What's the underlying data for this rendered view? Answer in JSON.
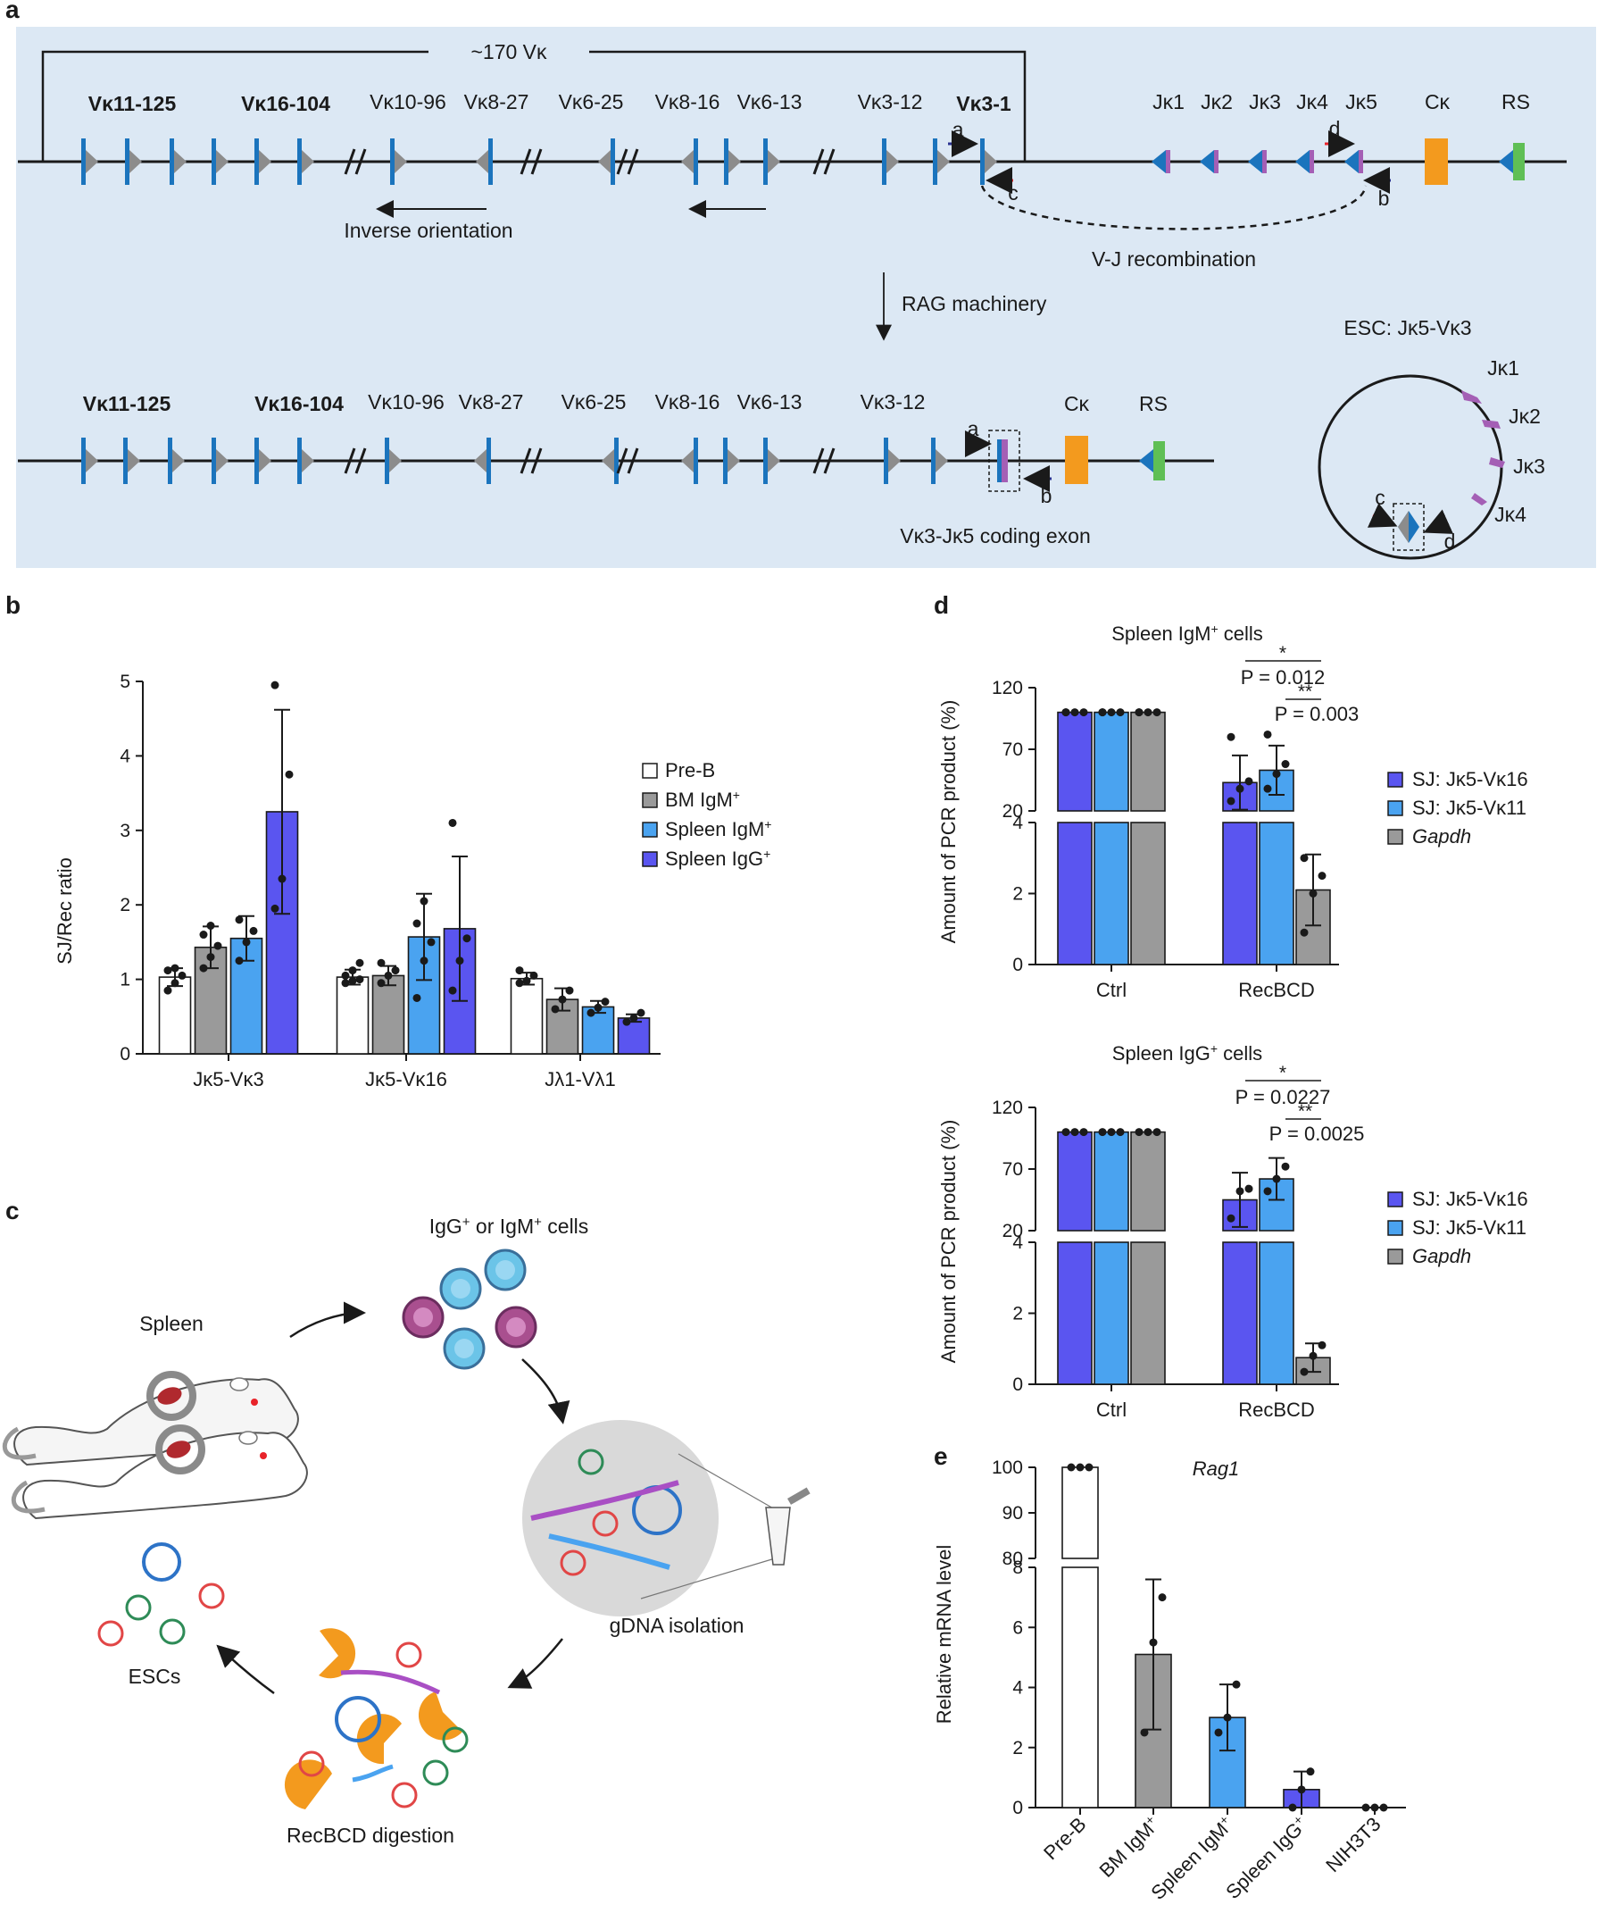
{
  "colors": {
    "panel_a_bg": "#dce8f4",
    "white": "#ffffff",
    "grey": "#9a9a9a",
    "light_blue": "#4aa3f0",
    "dark_blue": "#5a55f0",
    "v_blue": "#1b74bd",
    "j_purple": "#a45fb5",
    "c_orange": "#f39a1e",
    "rs_green": "#5fbf55",
    "primer_red": "#e8232a",
    "primer_blue": "#2a3291"
  },
  "panel_labels": {
    "a": "a",
    "b": "b",
    "c": "c",
    "d": "d",
    "e": "e"
  },
  "panel_a": {
    "bracket_label": "~170 Vκ",
    "top_v_labels": [
      "Vκ11-125",
      "Vκ16-104",
      "Vκ10-96",
      "Vκ8-27",
      "Vκ6-25",
      "Vκ8-16",
      "Vκ6-13",
      "Vκ3-12",
      "Vκ3-1"
    ],
    "top_j_labels": [
      "Jκ1",
      "Jκ2",
      "Jκ3",
      "Jκ4",
      "Jκ5"
    ],
    "c_label": "Cκ",
    "rs_label": "RS",
    "primers": {
      "a": "a",
      "b": "b",
      "c": "c",
      "d": "d"
    },
    "inverse_orientation": "Inverse orientation",
    "vj_recombination": "V-J recombination",
    "rag": "RAG machinery",
    "bottom_v_labels": [
      "Vκ11-125",
      "Vκ16-104",
      "Vκ10-96",
      "Vκ8-27",
      "Vκ6-25",
      "Vκ8-16",
      "Vκ6-13",
      "Vκ3-12"
    ],
    "coding_exon": "Vκ3-Jκ5 coding exon",
    "esc_title": "ESC: Jκ5-Vκ3",
    "esc_j_labels": [
      "Jκ1",
      "Jκ2",
      "Jκ3",
      "Jκ4"
    ]
  },
  "chart_data": [
    {
      "panel": "b",
      "type": "bar",
      "ylabel": "SJ/Rec ratio",
      "ylim": [
        0,
        5
      ],
      "yticks": [
        0,
        1,
        2,
        3,
        4,
        5
      ],
      "categories": [
        "Jκ5-Vκ3",
        "Jκ5-Vκ16",
        "Jλ1-Vλ1"
      ],
      "legend": [
        {
          "name": "Pre-B",
          "sup": "",
          "color": "#ffffff"
        },
        {
          "name": "BM IgM",
          "sup": "+",
          "color": "#9a9a9a"
        },
        {
          "name": "Spleen IgM",
          "sup": "+",
          "color": "#4aa3f0"
        },
        {
          "name": "Spleen IgG",
          "sup": "+",
          "color": "#5a55f0"
        }
      ],
      "series": [
        {
          "name": "Pre-B",
          "values": [
            1.03,
            1.03,
            1.01
          ],
          "errors": [
            0.12,
            0.1,
            0.08
          ],
          "points": [
            [
              0.85,
              0.95,
              1.05,
              1.12,
              1.15
            ],
            [
              0.95,
              0.98,
              1.0,
              1.05,
              1.12,
              1.22
            ],
            [
              0.95,
              0.98,
              1.05,
              1.12
            ]
          ]
        },
        {
          "name": "BM IgM+",
          "values": [
            1.43,
            1.05,
            0.73
          ],
          "errors": [
            0.28,
            0.13,
            0.15
          ],
          "points": [
            [
              1.15,
              1.3,
              1.45,
              1.6,
              1.72
            ],
            [
              0.95,
              1.05,
              1.12,
              1.22
            ],
            [
              0.6,
              0.73,
              0.85
            ]
          ]
        },
        {
          "name": "Spleen IgM+",
          "values": [
            1.55,
            1.57,
            0.63
          ],
          "errors": [
            0.3,
            0.58,
            0.08
          ],
          "points": [
            [
              1.25,
              1.5,
              1.65,
              1.8
            ],
            [
              0.75,
              1.25,
              1.5,
              1.75,
              2.05
            ],
            [
              0.55,
              0.62,
              0.7
            ]
          ]
        },
        {
          "name": "Spleen IgG+",
          "values": [
            3.25,
            1.68,
            0.48
          ],
          "errors": [
            1.37,
            0.97,
            0.05
          ],
          "points": [
            [
              1.95,
              2.35,
              3.75,
              4.95
            ],
            [
              0.85,
              1.25,
              1.55,
              3.1
            ],
            [
              0.43,
              0.48,
              0.55
            ]
          ]
        }
      ]
    },
    {
      "panel": "d-top",
      "type": "bar",
      "title": "Spleen IgM",
      "title_sup": "+",
      "title_suffix": " cells",
      "ylabel": "Amount of PCR product (%)",
      "broken_axis": {
        "lower": [
          0,
          4
        ],
        "upper": [
          20,
          120
        ]
      },
      "yticks_lower": [
        0,
        2,
        4
      ],
      "yticks_upper": [
        20,
        70,
        120
      ],
      "categories": [
        "Ctrl",
        "RecBCD"
      ],
      "legend": [
        {
          "name": "SJ: Jκ5-Vκ16",
          "italic": false,
          "color": "#5a55f0"
        },
        {
          "name": "SJ: Jκ5-Vκ11",
          "italic": false,
          "color": "#4aa3f0"
        },
        {
          "name": "Gapdh",
          "italic": true,
          "color": "#9a9a9a"
        }
      ],
      "series": [
        {
          "name": "SJ: Jκ5-Vκ16",
          "values": [
            100,
            43
          ],
          "errors": [
            0,
            22
          ],
          "points": [
            [
              100,
              100,
              100,
              100
            ],
            [
              28,
              38,
              44,
              80
            ]
          ]
        },
        {
          "name": "SJ: Jκ5-Vκ11",
          "values": [
            100,
            53
          ],
          "errors": [
            0,
            20
          ],
          "points": [
            [
              100,
              100,
              100,
              100
            ],
            [
              38,
              50,
              58,
              82
            ]
          ]
        },
        {
          "name": "Gapdh",
          "values": [
            100,
            2.1
          ],
          "errors": [
            0,
            1.0
          ],
          "points": [
            [
              100,
              100,
              100,
              100
            ],
            [
              0.9,
              2.0,
              2.5,
              3.0
            ]
          ]
        }
      ],
      "annotations": [
        {
          "stars": "*",
          "text": "P = 0.012"
        },
        {
          "stars": "**",
          "text": "P = 0.003"
        }
      ]
    },
    {
      "panel": "d-bottom",
      "type": "bar",
      "title": "Spleen IgG",
      "title_sup": "+",
      "title_suffix": " cells",
      "ylabel": "Amount of PCR product (%)",
      "broken_axis": {
        "lower": [
          0,
          4
        ],
        "upper": [
          20,
          120
        ]
      },
      "yticks_lower": [
        0,
        2,
        4
      ],
      "yticks_upper": [
        20,
        70,
        120
      ],
      "categories": [
        "Ctrl",
        "RecBCD"
      ],
      "legend": [
        {
          "name": "SJ: Jκ5-Vκ16",
          "italic": false,
          "color": "#5a55f0"
        },
        {
          "name": "SJ: Jκ5-Vκ11",
          "italic": false,
          "color": "#4aa3f0"
        },
        {
          "name": "Gapdh",
          "italic": true,
          "color": "#9a9a9a"
        }
      ],
      "series": [
        {
          "name": "SJ: Jκ5-Vκ16",
          "values": [
            100,
            45
          ],
          "errors": [
            0,
            22
          ],
          "points": [
            [
              100,
              100,
              100
            ],
            [
              30,
              52,
              54
            ]
          ]
        },
        {
          "name": "SJ: Jκ5-Vκ11",
          "values": [
            100,
            62
          ],
          "errors": [
            0,
            17
          ],
          "points": [
            [
              100,
              100,
              100
            ],
            [
              52,
              62,
              72
            ]
          ]
        },
        {
          "name": "Gapdh",
          "values": [
            100,
            0.75
          ],
          "errors": [
            0,
            0.4
          ],
          "points": [
            [
              100,
              100,
              100
            ],
            [
              0.35,
              0.8,
              1.1
            ]
          ]
        }
      ],
      "annotations": [
        {
          "stars": "*",
          "text": "P = 0.0227"
        },
        {
          "stars": "**",
          "text": "P = 0.0025"
        }
      ]
    },
    {
      "panel": "e",
      "type": "bar",
      "title": "Rag1",
      "ylabel": "Relative mRNA level",
      "broken_axis": {
        "lower": [
          0,
          8
        ],
        "upper": [
          80,
          100
        ]
      },
      "yticks_lower": [
        0,
        2,
        4,
        6,
        8
      ],
      "yticks_upper": [
        80,
        90,
        100
      ],
      "categories": [
        {
          "name": "Pre-B",
          "sup": ""
        },
        {
          "name": "BM IgM",
          "sup": "+"
        },
        {
          "name": "Spleen IgM",
          "sup": "+"
        },
        {
          "name": "Spleen IgG",
          "sup": "+"
        },
        {
          "name": "NIH3T3",
          "sup": ""
        }
      ],
      "colors": [
        "#ffffff",
        "#9a9a9a",
        "#4aa3f0",
        "#5a55f0",
        "#ffffff"
      ],
      "values": [
        100,
        5.1,
        3.0,
        0.6,
        0
      ],
      "errors": [
        0,
        2.5,
        1.1,
        0.6,
        0
      ],
      "points": [
        [
          100,
          100,
          100
        ],
        [
          2.5,
          5.5,
          7.0
        ],
        [
          2.5,
          3.0,
          4.1
        ],
        [
          0.0,
          0.6,
          1.2
        ],
        [
          0,
          0,
          0
        ]
      ]
    }
  ],
  "panel_c": {
    "spleen": "Spleen",
    "cells_pre": "IgG",
    "cells_sup1": "+",
    "cells_mid": " or IgM",
    "cells_sup2": "+",
    "cells_post": " cells",
    "gdna": "gDNA isolation",
    "recbcd": "RecBCD digestion",
    "escs": "ESCs"
  }
}
